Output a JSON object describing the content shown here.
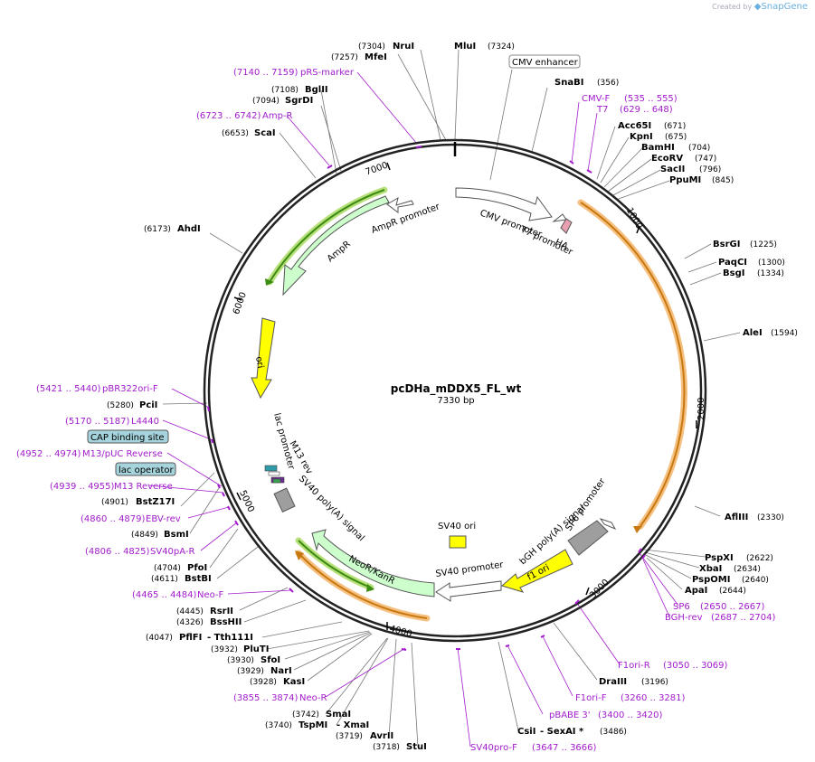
{
  "brand": {
    "prefix": "Created by",
    "name": "SnapGene"
  },
  "plasmid": {
    "name": "pcDHa_mDDX5_FL_wt",
    "length_label": "7330 bp",
    "length": 7330
  },
  "ticks": [
    "1000",
    "2000",
    "3000",
    "4000",
    "5000",
    "6000",
    "7000"
  ],
  "boxed_labels": [
    {
      "text": "CMV enhancer",
      "fill": "#ffffff"
    },
    {
      "text": "CAP binding site",
      "fill": "#a6d4dc"
    },
    {
      "text": "lac operator",
      "fill": "#a6d4dc"
    }
  ],
  "enzymes": [
    {
      "name": "NruI",
      "pos": "(7304)"
    },
    {
      "name": "MfeI",
      "pos": "(7257)"
    },
    {
      "name": "MluI",
      "pos": "(7324)"
    },
    {
      "name": "BglII",
      "pos": "(7108)"
    },
    {
      "name": "SgrDI",
      "pos": "(7094)"
    },
    {
      "name": "ScaI",
      "pos": "(6653)"
    },
    {
      "name": "SnaBI",
      "pos": "(356)"
    },
    {
      "name": "Acc65I",
      "pos": "(671)"
    },
    {
      "name": "KpnI",
      "pos": "(675)"
    },
    {
      "name": "BamHI",
      "pos": "(704)"
    },
    {
      "name": "EcoRV",
      "pos": "(747)"
    },
    {
      "name": "SacII",
      "pos": "(796)"
    },
    {
      "name": "PpuMI",
      "pos": "(845)"
    },
    {
      "name": "AhdI",
      "pos": "(6173)"
    },
    {
      "name": "BsrGI",
      "pos": "(1225)"
    },
    {
      "name": "PaqCI",
      "pos": "(1300)"
    },
    {
      "name": "BsgI",
      "pos": "(1334)"
    },
    {
      "name": "AleI",
      "pos": "(1594)"
    },
    {
      "name": "PciI",
      "pos": "(5280)"
    },
    {
      "name": "BstZ17I",
      "pos": "(4901)"
    },
    {
      "name": "BsmI",
      "pos": "(4849)"
    },
    {
      "name": "AflIII",
      "pos": "(2330)"
    },
    {
      "name": "PfoI",
      "pos": "(4704)"
    },
    {
      "name": "BstBI",
      "pos": "(4611)"
    },
    {
      "name": "PspXI",
      "pos": "(2622)"
    },
    {
      "name": "XbaI",
      "pos": "(2634)"
    },
    {
      "name": "PspOMI",
      "pos": "(2640)"
    },
    {
      "name": "ApaI",
      "pos": "(2644)"
    },
    {
      "name": "RsrII",
      "pos": "(4445)"
    },
    {
      "name": "BssHII",
      "pos": "(4326)"
    },
    {
      "name": "PflFI",
      "pos": "(4047)"
    },
    {
      "name": "- Tth111I",
      "pos": ""
    },
    {
      "name": "PluTI",
      "pos": "(3932)"
    },
    {
      "name": "SfoI",
      "pos": "(3930)"
    },
    {
      "name": "NarI",
      "pos": "(3929)"
    },
    {
      "name": "KasI",
      "pos": "(3928)"
    },
    {
      "name": "DraIII",
      "pos": "(3196)"
    },
    {
      "name": "SmaI",
      "pos": "(3742)"
    },
    {
      "name": "TspMI",
      "pos": "(3740)"
    },
    {
      "name": "- XmaI",
      "pos": ""
    },
    {
      "name": "AvrII",
      "pos": "(3719)"
    },
    {
      "name": "StuI",
      "pos": "(3718)"
    },
    {
      "name": "CsiI",
      "pos": ""
    },
    {
      "name": "- SexAI *",
      "pos": "(3486)"
    }
  ],
  "primers": [
    {
      "name": "pRS-marker",
      "pos": "(7140 .. 7159)"
    },
    {
      "name": "Amp-R",
      "pos": "(6723 .. 6742)"
    },
    {
      "name": "CMV-F",
      "pos": "(535 .. 555)"
    },
    {
      "name": "T7",
      "pos": "(629 .. 648)"
    },
    {
      "name": "pBR322ori-F",
      "pos": "(5421 .. 5440)"
    },
    {
      "name": "L4440",
      "pos": "(5170 .. 5187)"
    },
    {
      "name": "M13/pUC Reverse",
      "pos": "(4952 .. 4974)"
    },
    {
      "name": "M13 Reverse",
      "pos": "(4939 .. 4955)"
    },
    {
      "name": "EBV-rev",
      "pos": "(4860 .. 4879)"
    },
    {
      "name": "SV40pA-R",
      "pos": "(4806 .. 4825)"
    },
    {
      "name": "Neo-F",
      "pos": "(4465 .. 4484)"
    },
    {
      "name": "SP6",
      "pos": "(2650 .. 2667)"
    },
    {
      "name": "BGH-rev",
      "pos": "(2687 .. 2704)"
    },
    {
      "name": "F1ori-R",
      "pos": "(3050 .. 3069)"
    },
    {
      "name": "F1ori-F",
      "pos": "(3260 .. 3281)"
    },
    {
      "name": "pBABE 3'",
      "pos": "(3400 .. 3420)"
    },
    {
      "name": "Neo-R",
      "pos": "(3855 .. 3874)"
    },
    {
      "name": "SV40pro-F",
      "pos": "(3647 .. 3666)"
    }
  ],
  "features": {
    "cmv_promoter": "CMV promoter",
    "t7_promoter": "T7 promoter",
    "ha": "HA",
    "ampr_promoter": "AmpR promoter",
    "ampr": "AmpR",
    "ori": "ori",
    "lac_promoter": "lac promoter",
    "m13_rev": "M13 rev",
    "sv40_polya": "SV40 poly(A) signal",
    "neor": "NeoR/KanR",
    "sv40_promoter": "SV40 promoter",
    "sv40_ori": "SV40 ori",
    "f1_ori": "f1 ori",
    "bgh_polya": "bGH poly(A) signal",
    "sp6_promoter": "SP6 promoter"
  },
  "colors": {
    "primer": "#a21ccc",
    "ori": "#ffff00",
    "ampr": "#ccffcc",
    "orf_glow": "#f5c080",
    "orf_line": "#c87810",
    "neor_glow": "#b8e07a",
    "neor_line": "#3c8c14",
    "sv40": "#9e9e9e"
  }
}
